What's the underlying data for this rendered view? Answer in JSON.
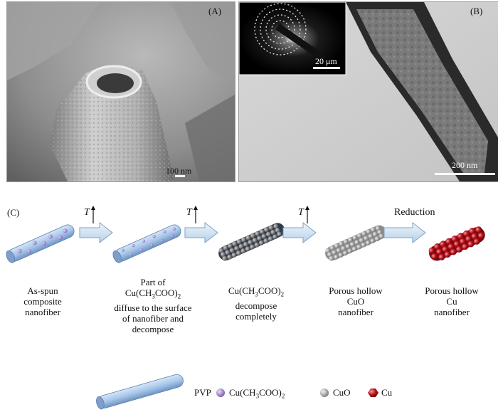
{
  "panels": {
    "a": {
      "label": "(A)",
      "scale_bar": "100 nm"
    },
    "b": {
      "label": "(B)",
      "scale_bar": "200 nm",
      "inset_scale": "20 μm"
    },
    "c": {
      "label": "(C)"
    }
  },
  "arrows": {
    "first": {
      "label": "T"
    },
    "second": {
      "label": "T"
    },
    "third": {
      "label": "T"
    },
    "fourth": {
      "label": "Reduction"
    }
  },
  "steps": [
    {
      "lines": [
        "As-spun",
        "composite",
        "nanofiber"
      ]
    },
    {
      "lines": [
        "Part of",
        "Cu(CH3COO)2",
        "diffuse to the surface",
        "of nanofiber and",
        "decompose"
      ]
    },
    {
      "lines": [
        "Cu(CH3COO)2",
        "decompose",
        "completely"
      ]
    },
    {
      "lines": [
        "Porous hollow",
        "CuO",
        "nanofiber"
      ]
    },
    {
      "lines": [
        "Porous hollow",
        "Cu",
        "nanofiber"
      ]
    }
  ],
  "legend": {
    "pvp": "PVP",
    "cu_acetate": "Cu(CH3COO)2",
    "cuo": "CuO",
    "cu": "Cu"
  },
  "colors": {
    "pvp": "#a8c6ea",
    "cu_acetate": "#b79ad8",
    "cuo": "#a9a9a9",
    "cu": "#b0101a",
    "arrow": "#c9dff2"
  }
}
